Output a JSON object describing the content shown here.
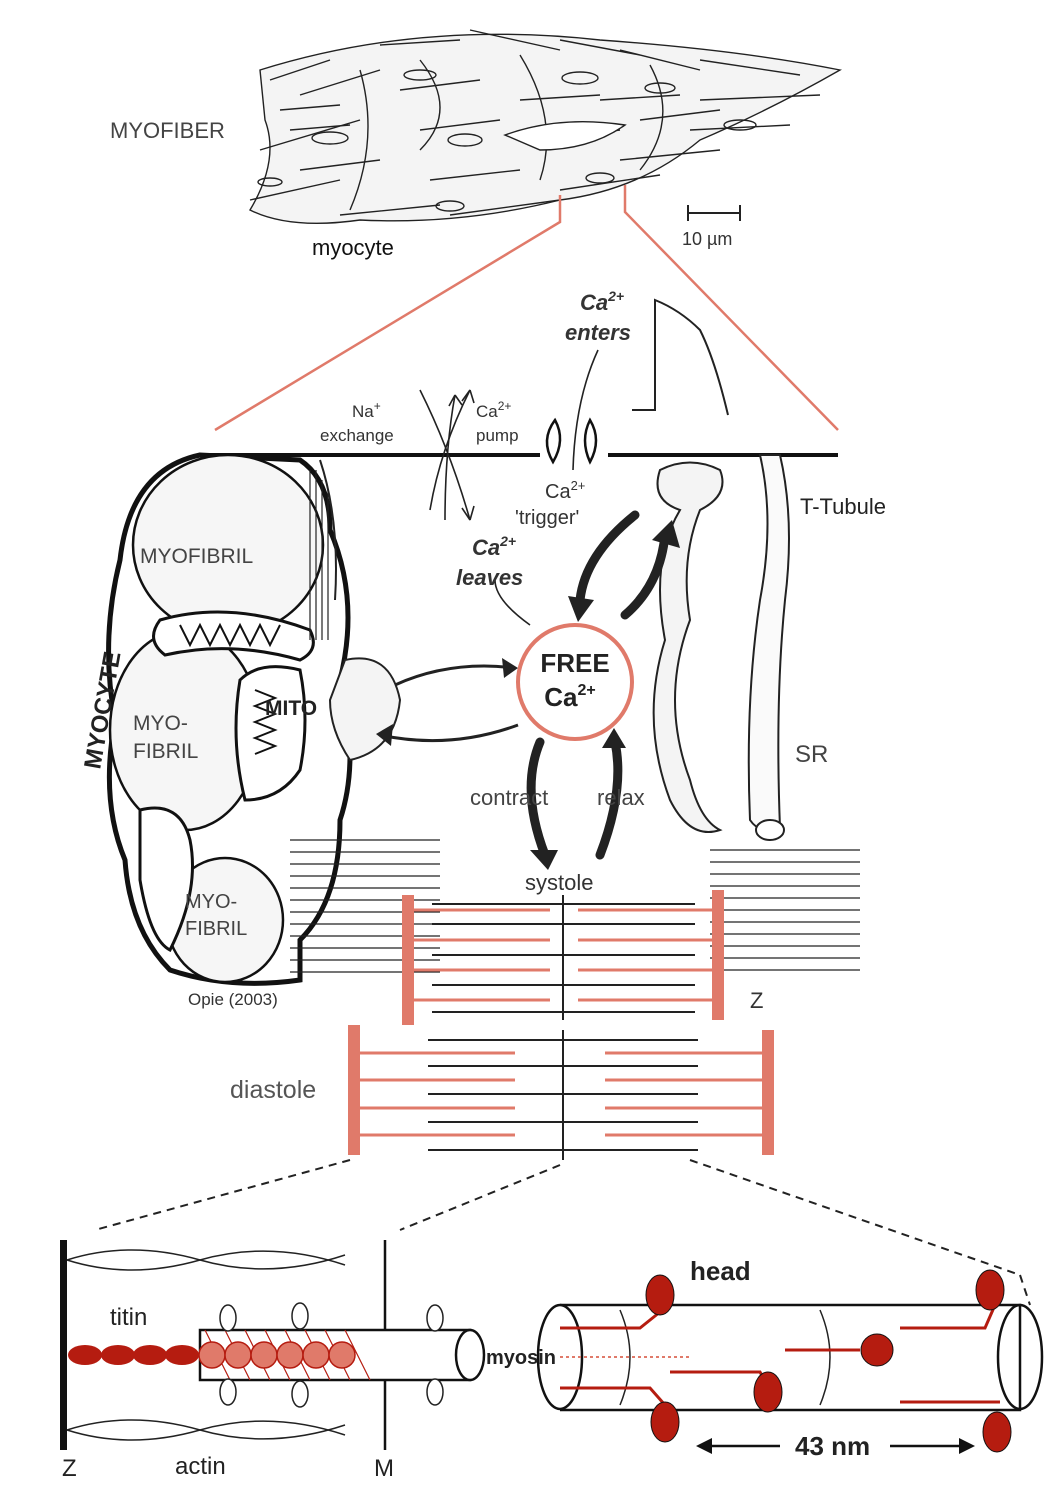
{
  "labels": {
    "myofiber": "MYOFIBER",
    "myocyte_top": "myocyte",
    "scale": "10 µm",
    "ca_enters_1": "Ca",
    "ca_enters_sup": "2+",
    "ca_enters_2": "enters",
    "na_1": "Na",
    "na_sup": "+",
    "na_2": "exchange",
    "pump_1": "Ca",
    "pump_sup": "2+",
    "pump_2": "pump",
    "trigger_1": "Ca",
    "trigger_sup": "2+",
    "trigger_2": "'trigger'",
    "leaves_1": "Ca",
    "leaves_sup": "2+",
    "leaves_2": "leaves",
    "t_tubule": "T-Tubule",
    "myofibril_1": "MYOFIBRIL",
    "myocyte_side": "MYOCYTE",
    "myofibril_2a": "MYO-",
    "myofibril_2b": "FIBRIL",
    "mito": "MITO",
    "free_1": "FREE",
    "free_2": "Ca",
    "free_sup": "2+",
    "sr": "SR",
    "contract": "contract",
    "relax": "relax",
    "systole": "systole",
    "myofibril_3a": "MYO-",
    "myofibril_3b": "FIBRIL",
    "citation": "Opie (2003)",
    "z_right": "Z",
    "diastole": "diastole",
    "titin": "titin",
    "z_bottom": "Z",
    "actin": "actin",
    "m_bottom": "M",
    "head": "head",
    "myosin": "myosin",
    "nm": "43 nm"
  },
  "colors": {
    "salmon": "#e07a6a",
    "dark_red": "#b51c10",
    "ink": "#1a1a1a"
  }
}
